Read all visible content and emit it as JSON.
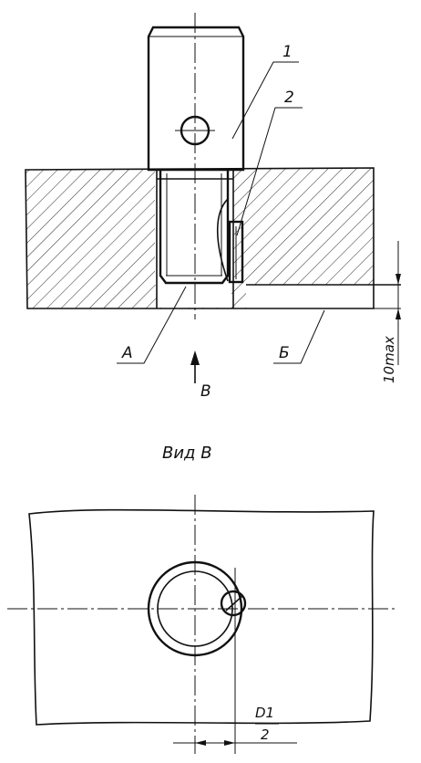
{
  "labels": {
    "part_1": "1",
    "part_2": "2",
    "point_a": "А",
    "surface_b": "Б",
    "view_arrow": "В",
    "dim_10max": "10max",
    "view_title": "Вид В",
    "dim_numerator": "D1",
    "dim_denominator": "2"
  },
  "colors": {
    "line": "#111111",
    "background": "#ffffff"
  }
}
